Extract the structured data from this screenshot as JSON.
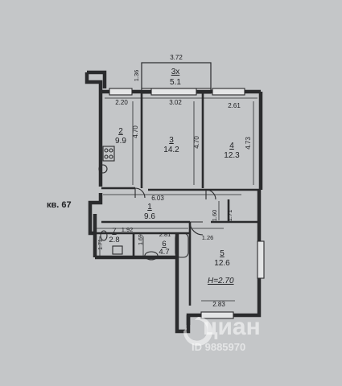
{
  "header_text": "",
  "apartment_label": "кв. 67",
  "ceiling_height": "Н=2.70",
  "watermark": {
    "brand": "циан",
    "id": "ID 9885970"
  },
  "rooms": [
    {
      "number": "3х",
      "area": "5.1"
    },
    {
      "number": "2",
      "area": "9.9"
    },
    {
      "number": "3",
      "area": "14.2"
    },
    {
      "number": "4",
      "area": "12.3"
    },
    {
      "number": "1",
      "area": "9.6"
    },
    {
      "number": "7",
      "area": "2.8"
    },
    {
      "number": "6",
      "area": "4.7"
    },
    {
      "number": "5",
      "area": "12.6"
    }
  ],
  "dimensions": {
    "balcony_width": "3.72",
    "balcony_depth": "1.36",
    "room2_width": "2.20",
    "room3_width": "3.02",
    "room4_width": "2.61",
    "room2_length": "4.70",
    "room3_length": "4.70",
    "room4_length": "4.73",
    "hall_width": "6.03",
    "hall_side": "1.60",
    "right_side": "1.71",
    "wc_width": "1.92",
    "bath_width": "2.81",
    "room5_width": "1.26",
    "wc_depth": "1.71",
    "bath_depth": "1.69",
    "bottom_width": "2.83"
  }
}
